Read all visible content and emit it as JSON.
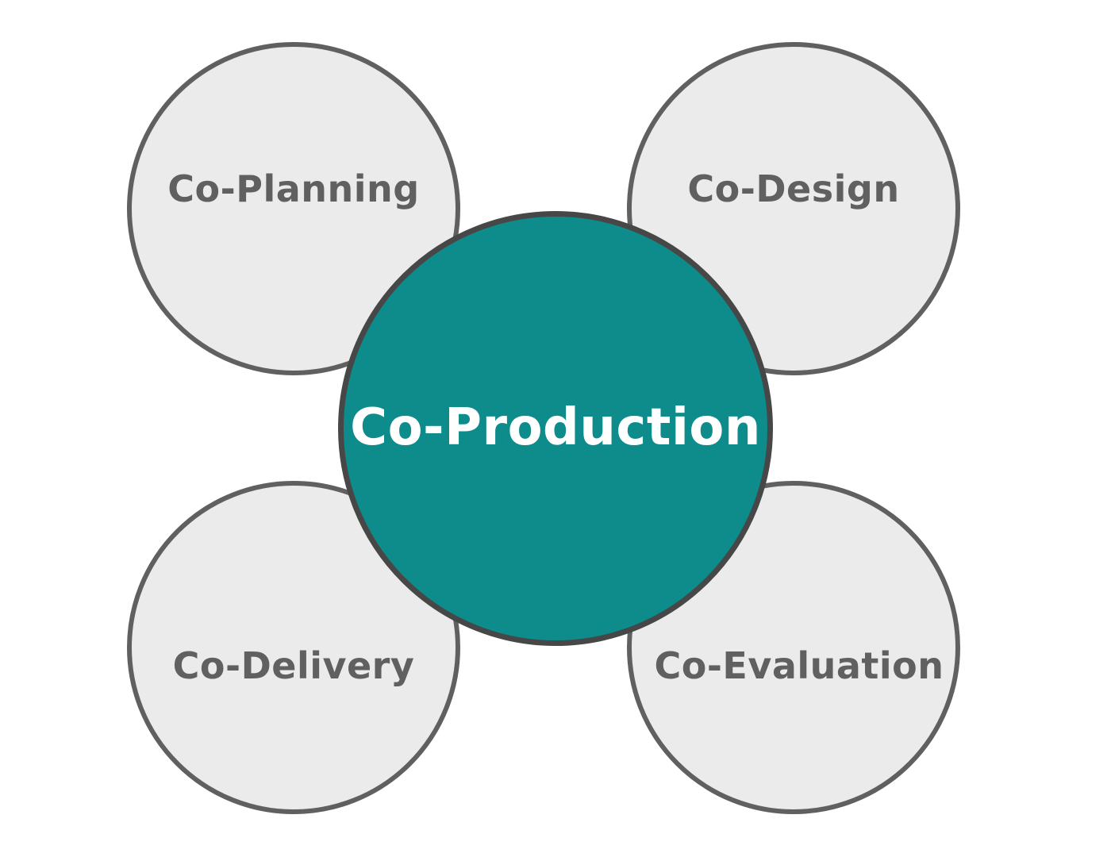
{
  "diagram": {
    "center": {
      "label": "Co-Production",
      "fill": "#0E8C8C",
      "border": "#474747",
      "text_color": "#FFFFFF"
    },
    "satellites": [
      {
        "id": "planning",
        "label": "Co-Planning"
      },
      {
        "id": "design",
        "label": "Co-Design"
      },
      {
        "id": "delivery",
        "label": "Co-Delivery"
      },
      {
        "id": "evaluation",
        "label": "Co-Evaluation"
      }
    ],
    "satellite_style": {
      "fill": "#EBEBEB",
      "border": "#606060",
      "text_color": "#606060"
    }
  }
}
